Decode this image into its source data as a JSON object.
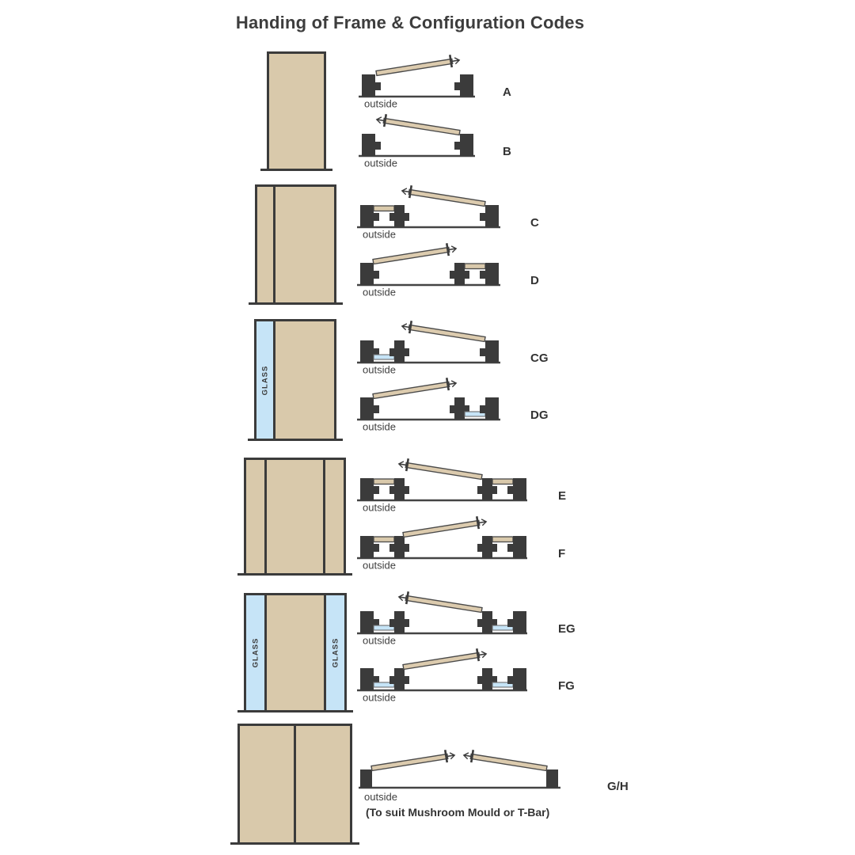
{
  "title": "Handing of Frame & Configuration Codes",
  "labels": {
    "outside": "outside",
    "glass": "GLASS"
  },
  "note": "(To suit Mushroom Mould or T-Bar)",
  "colors": {
    "ink": "#3b3b3b",
    "panel_tan": "#d9c9ab",
    "glass_blue": "#c6e4f7",
    "leaf_tan": "#dccbae"
  },
  "rows": [
    {
      "codes": [
        "A",
        "B"
      ]
    },
    {
      "codes": [
        "C",
        "D"
      ]
    },
    {
      "codes": [
        "CG",
        "DG"
      ]
    },
    {
      "codes": [
        "E",
        "F"
      ]
    },
    {
      "codes": [
        "EG",
        "FG"
      ]
    },
    {
      "codes": [
        "G/H"
      ]
    }
  ]
}
